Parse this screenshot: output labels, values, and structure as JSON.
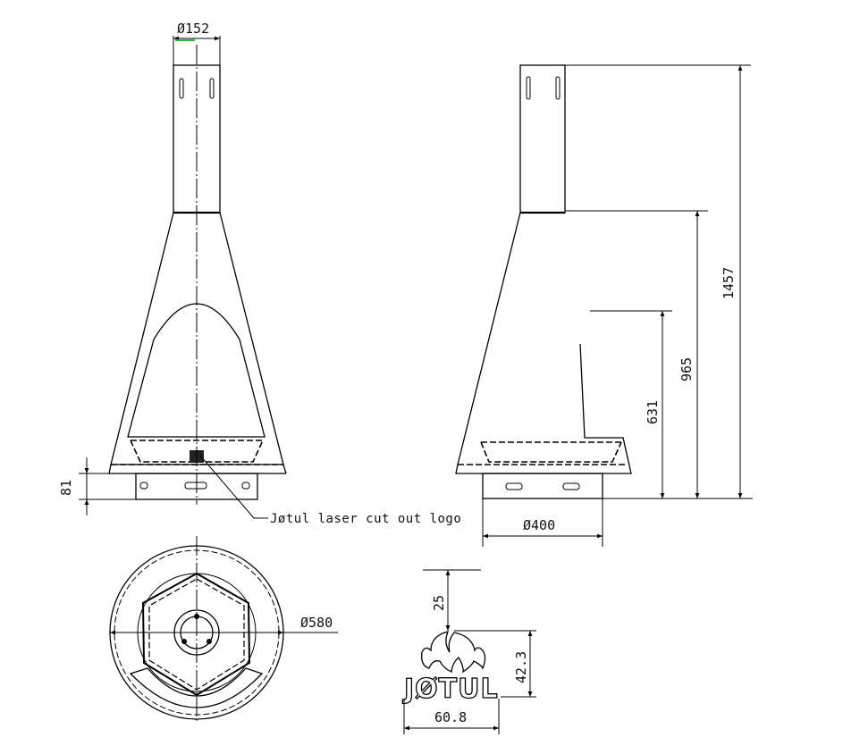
{
  "drawing": {
    "title": "Jøtul fireplace technical drawing",
    "views": [
      "front-view",
      "side-view",
      "top-view",
      "logo-detail"
    ],
    "accent_color": "#3cb43c"
  },
  "dimensions": {
    "flue_diameter": "Ø152",
    "base_height": "81",
    "base_diameter": "Ø400",
    "bottom_plate_diameter": "Ø580",
    "total_height": "1457",
    "cone_height": "965",
    "opening_height": "631",
    "logo_offset": "25",
    "logo_height": "42.3",
    "logo_width": "60.8"
  },
  "annotations": {
    "logo_callout": "Jøtul laser cut out logo",
    "logo_text": "JØTUL"
  }
}
